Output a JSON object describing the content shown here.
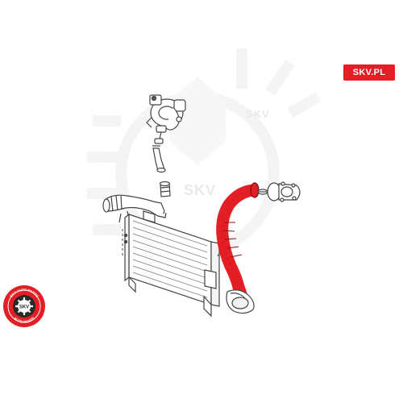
{
  "brand": {
    "tag_label": "SKV.PL",
    "watermark_text": "SKV",
    "accent_color": "#e31e24"
  },
  "seal": {
    "top_text": "SKV AUTO PARTS",
    "center_text": "SKV",
    "bottom_text": "AUTO PARTS"
  },
  "diagram": {
    "highlighted_part": "intercooler-hose",
    "highlight_color": "#e31e24",
    "line_color": "#333333"
  }
}
